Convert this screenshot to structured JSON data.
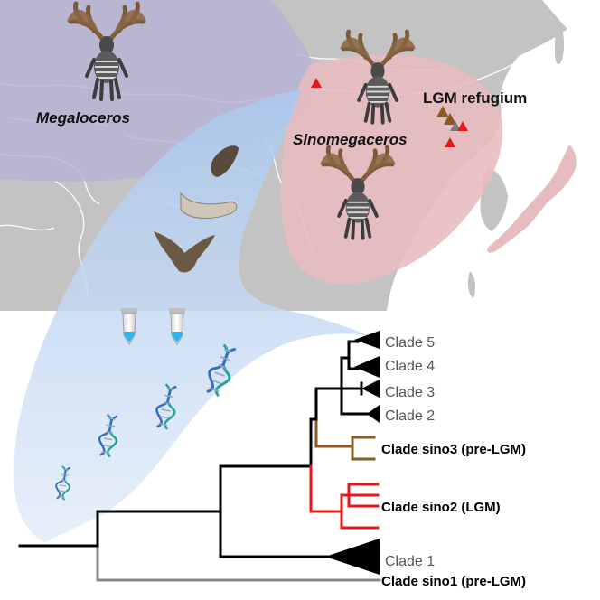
{
  "map": {
    "regions": {
      "megaloceros": "Megaloceros",
      "sinomegaceros": "Sinomegaceros"
    },
    "refugium_label": "LGM refugium",
    "colors": {
      "land": "#c3c3c3",
      "sea": "#ffffff",
      "borders": "#ffffff",
      "megaloceros_range": "#b7b3d4",
      "sinomegaceros_range": "#e7bcc0",
      "sampling_fan": "#bcd4ef",
      "site_marker": "#e81818",
      "pre_lgm_marker": "#8a5a26",
      "refugium_marker": "#7a7a7a"
    }
  },
  "tree": {
    "clades": {
      "clade5": "Clade 5",
      "clade4": "Clade 4",
      "clade3": "Clade 3",
      "clade2": "Clade 2",
      "sino3": "Clade sino3 (pre-LGM)",
      "sino2": "Clade sino2 (LGM)",
      "clade1": "Clade 1",
      "sino1": "Clade sino1 (pre-LGM)"
    },
    "colors": {
      "default": "#000000",
      "sino3": "#8a5a26",
      "sino2": "#e81818",
      "sino1": "#888888",
      "label_gray": "#555555"
    }
  },
  "icons": {
    "specimen": "deer-skeleton-icon",
    "tube": "sample-tube-icon",
    "dna": "dna-helix-icon"
  }
}
